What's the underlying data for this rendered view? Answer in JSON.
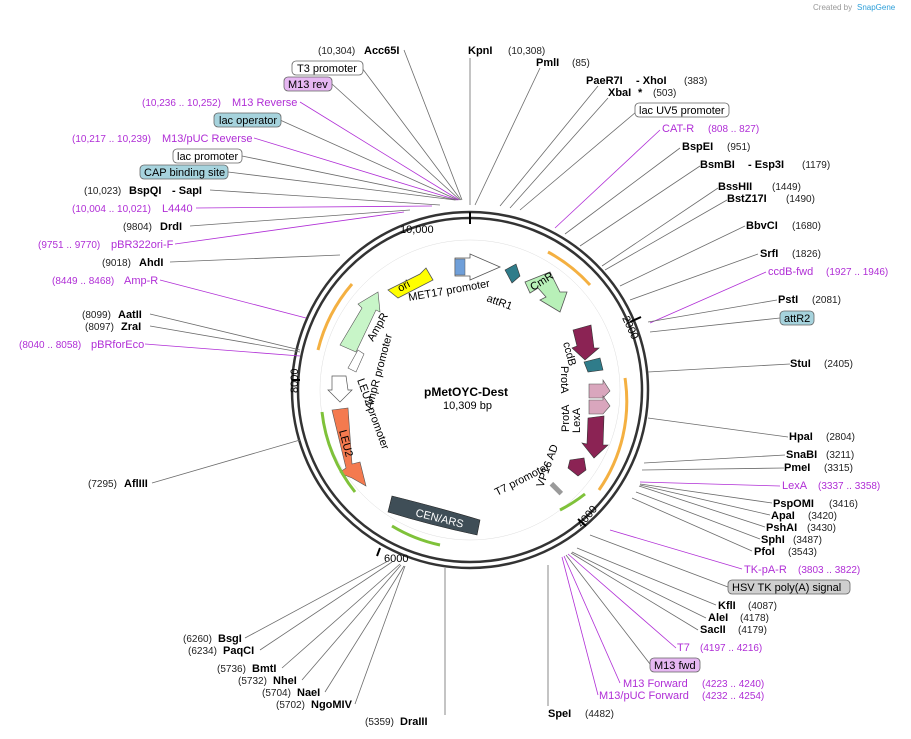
{
  "brand": {
    "created_by": "Created by",
    "name": "SnapGene"
  },
  "plasmid": {
    "name": "pMetOYC-Dest",
    "size": "10,309 bp"
  },
  "ticks": [
    "10,000",
    "2000",
    "4000",
    "6000",
    "8000"
  ],
  "features": {
    "ori": "ori",
    "met17": "MET17 promoter",
    "attR1": "attR1",
    "cmr": "CmR",
    "ccdb": "ccdB",
    "protA1": "ProtA",
    "protA2": "ProtA",
    "lexA": "LexA",
    "vp16": "VP16 AD",
    "t7": "T7 promoter",
    "cenars": "CEN/ARS",
    "leu2": "LEU2",
    "leu2prom": "LEU2 promoter",
    "ampr": "AmpR",
    "amprprom": "AmpR promoter"
  },
  "left_labels": {
    "acc65i": {
      "pos": "(10,304)",
      "name": "Acc65I"
    },
    "t3": "T3 promoter",
    "m13rev_box": "M13 rev",
    "m13rev": {
      "pos": "(10,236 .. 10,252)",
      "name": "M13 Reverse"
    },
    "lacop": "lac operator",
    "m13puc": {
      "pos": "(10,217 .. 10,239)",
      "name": "M13/pUC Reverse"
    },
    "lacprom": "lac promoter",
    "cap": "CAP binding site",
    "bspqi": {
      "pos": "(10,023)",
      "name": "BspQI",
      "name2": "SapI"
    },
    "l4440": {
      "pos": "(10,004 .. 10,021)",
      "name": "L4440"
    },
    "drdi": {
      "pos": "(9804)",
      "name": "DrdI"
    },
    "pbr322": {
      "pos": "(9751 .. 9770)",
      "name": "pBR322ori-F"
    },
    "ahdi": {
      "pos": "(9018)",
      "name": "AhdI"
    },
    "ampr": {
      "pos": "(8449 .. 8468)",
      "name": "Amp-R"
    },
    "aatii": {
      "pos": "(8099)",
      "name": "AatII"
    },
    "zrai": {
      "pos": "(8097)",
      "name": "ZraI"
    },
    "pbrfor": {
      "pos": "(8040 .. 8058)",
      "name": "pBRforEco"
    },
    "aflii": {
      "pos": "(7295)",
      "name": "AflIII"
    },
    "bsgi": {
      "pos": "(6260)",
      "name": "BsgI"
    },
    "paqci": {
      "pos": "(6234)",
      "name": "PaqCI"
    },
    "bmti": {
      "pos": "(5736)",
      "name": "BmtI"
    },
    "nhei": {
      "pos": "(5732)",
      "name": "NheI"
    },
    "naei": {
      "pos": "(5704)",
      "name": "NaeI"
    },
    "ngomiv": {
      "pos": "(5702)",
      "name": "NgoMIV"
    },
    "draiii": {
      "pos": "(5359)",
      "name": "DraIII"
    }
  },
  "right_labels": {
    "kpni": {
      "name": "KpnI",
      "pos": "(10,308)"
    },
    "pmli": {
      "name": "PmlI",
      "pos": "(85)"
    },
    "paer7i": {
      "name": "PaeR7I",
      "name2": "XhoI",
      "pos": "(383)"
    },
    "xbai": {
      "name": "XbaI",
      "star": "*",
      "pos": "(503)"
    },
    "lacuv5": "lac UV5 promoter",
    "catr": {
      "name": "CAT-R",
      "pos": "(808 .. 827)"
    },
    "bspei": {
      "name": "BspEI",
      "pos": "(951)"
    },
    "bsmbi": {
      "name": "BsmBI",
      "name2": "Esp3I",
      "pos": "(1179)"
    },
    "bsshii": {
      "name": "BssHII",
      "pos": "(1449)"
    },
    "bstz17i": {
      "name": "BstZ17I",
      "pos": "(1490)"
    },
    "bbvci": {
      "name": "BbvCI",
      "pos": "(1680)"
    },
    "srfi": {
      "name": "SrfI",
      "pos": "(1826)"
    },
    "ccdbfwd": {
      "name": "ccdB-fwd",
      "pos": "(1927 .. 1946)"
    },
    "psti": {
      "name": "PstI",
      "pos": "(2081)"
    },
    "attr2": "attR2",
    "stui": {
      "name": "StuI",
      "pos": "(2405)"
    },
    "hpai": {
      "name": "HpaI",
      "pos": "(2804)"
    },
    "snabi": {
      "name": "SnaBI",
      "pos": "(3211)"
    },
    "pmei": {
      "name": "PmeI",
      "pos": "(3315)"
    },
    "lexa": {
      "name": "LexA",
      "pos": "(3337 .. 3358)"
    },
    "pspomi": {
      "name": "PspOMI",
      "pos": "(3416)"
    },
    "apai": {
      "name": "ApaI",
      "pos": "(3420)"
    },
    "pshai": {
      "name": "PshAI",
      "pos": "(3430)"
    },
    "sphi": {
      "name": "SphI",
      "pos": "(3487)"
    },
    "pfoi": {
      "name": "PfoI",
      "pos": "(3543)"
    },
    "tkpar": {
      "name": "TK-pA-R",
      "pos": "(3803 .. 3822)"
    },
    "hsvtk": "HSV TK poly(A) signal",
    "kfli": {
      "name": "KflI",
      "pos": "(4087)"
    },
    "alei": {
      "name": "AleI",
      "pos": "(4178)"
    },
    "sacii": {
      "name": "SacII",
      "pos": "(4179)"
    },
    "t7": {
      "name": "T7",
      "pos": "(4197 .. 4216)"
    },
    "m13fwd_box": "M13 fwd",
    "m13forward": {
      "name": "M13 Forward",
      "pos": "(4223 .. 4240)"
    },
    "m13pucfwd": {
      "name": "M13/pUC Forward",
      "pos": "(4232 .. 4254)"
    },
    "spei": {
      "name": "SpeI",
      "pos": "(4482)"
    }
  },
  "colors": {
    "primer": "#b02ed6",
    "box_feature": "#a6d3dd",
    "box_primer": "#e6b7f2",
    "box_gray": "#cfcfcf",
    "ori": "#ffff00",
    "cmr": "#b8f0b8",
    "ampr": "#c8f5c8",
    "ccdb": "#8b2354",
    "lexa": "#8b2354",
    "protA": "#d9a6bd",
    "attR": "#2f7c8a",
    "leu2": "#f47a4f",
    "cen": "#3f4e57",
    "orange_arc": "#f4b041",
    "green_arc": "#7fc23a"
  }
}
